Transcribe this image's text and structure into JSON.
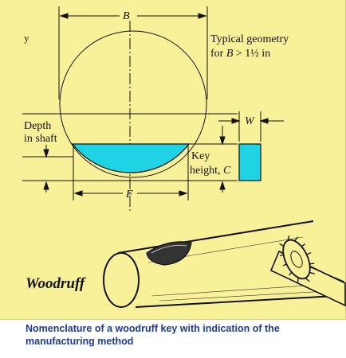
{
  "diagram": {
    "corner_mark": "y",
    "note_line1": "Typical geometry",
    "note_line2_prefix": "for ",
    "note_line2_var": "B",
    "note_line2_suffix": " > 1½ in",
    "dim_B": "B",
    "dim_W": "W",
    "dim_F": "F",
    "depth_line1": "Depth",
    "depth_line2": "in shaft",
    "key_line1": "Key",
    "key_line2": "height, ",
    "key_var": "C",
    "woodruff_label": "Woodruff"
  },
  "caption": "Nomenclature of a woodruff key with indication of the manufacturing method",
  "colors": {
    "panel_background": "#f9f19a",
    "key_fill": "#1fd2e4",
    "caption_text": "#1d3c8f"
  }
}
